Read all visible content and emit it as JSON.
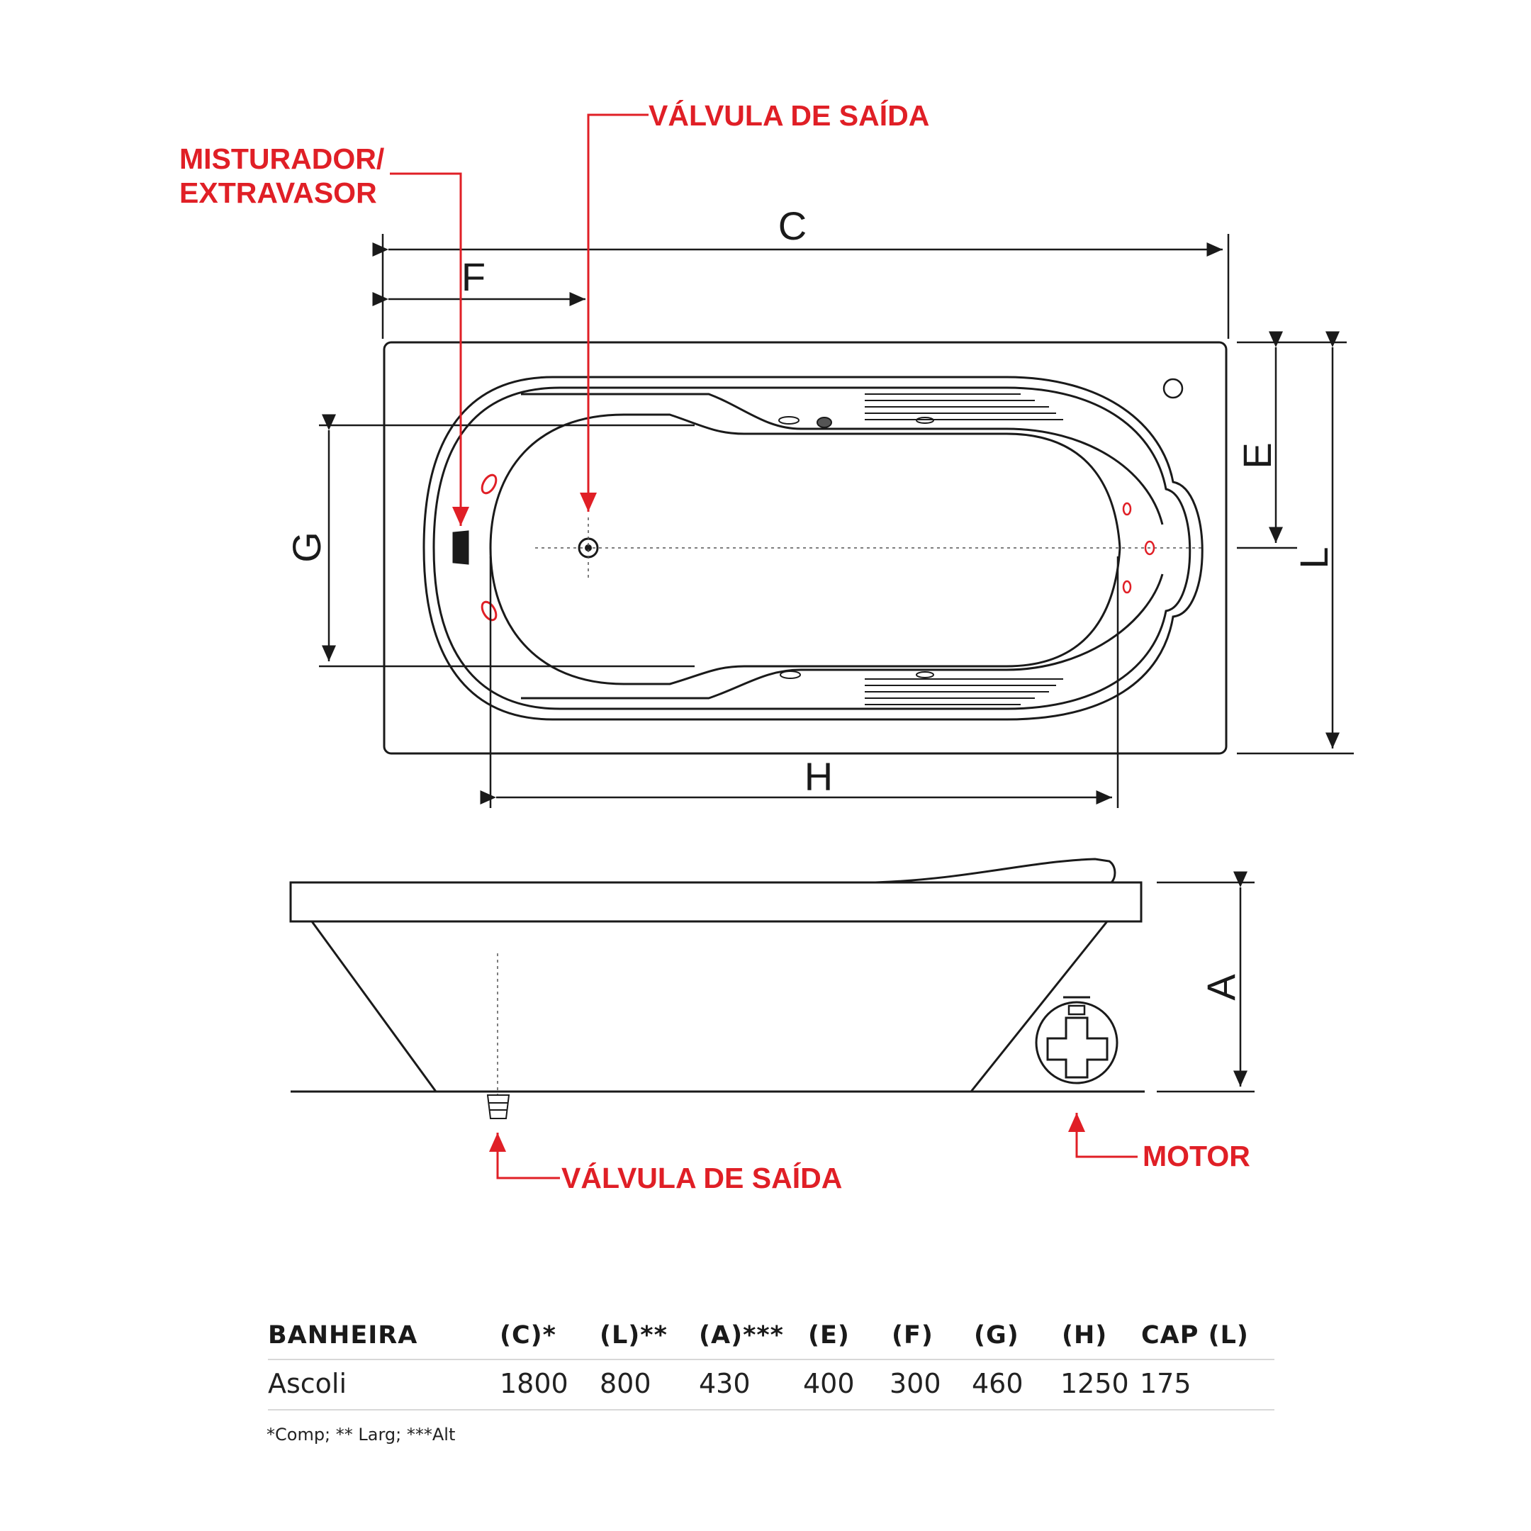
{
  "callouts": {
    "valve_top": "VÁLVULA DE SAÍDA",
    "mixer_line1": "MISTURADOR/",
    "mixer_line2": "EXTRAVASOR",
    "valve_bottom": "VÁLVULA DE SAÍDA",
    "motor": "MOTOR"
  },
  "dimension_letters": {
    "C": "C",
    "F": "F",
    "G": "G",
    "H": "H",
    "E": "E",
    "L": "L",
    "A": "A"
  },
  "table": {
    "headers": [
      "BANHEIRA",
      "(C)*",
      "(L)**",
      "(A)***",
      "(E)",
      "(F)",
      "(G)",
      "(H)",
      "CAP (L)"
    ],
    "rows": [
      [
        "Ascoli",
        "1800",
        "800",
        "430",
        "400",
        "300",
        "460",
        "1250",
        "175"
      ]
    ],
    "footnote": "*Comp; ** Larg; ***Alt"
  },
  "colors": {
    "callout_red": "#e01f26",
    "line": "#1a1a1a"
  }
}
